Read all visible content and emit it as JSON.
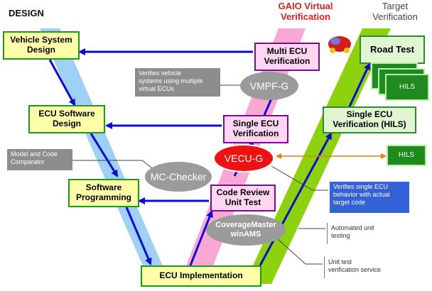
{
  "headings": {
    "design": "DESIGN",
    "gaio": "GAIO Virtual\nVerification",
    "target": "Target\nVerification"
  },
  "design_boxes": {
    "vehicle_system": "Vehicle System\nDesign",
    "ecu_software": "ECU Software\nDesign",
    "software_programming": "Software\nProgramming",
    "ecu_implementation": "ECU Implementation"
  },
  "verification_boxes": {
    "multi_ecu": "Multi ECU\nVerification",
    "single_ecu": "Single ECU\nVerification",
    "code_review": "Code Review\nUnit Test",
    "single_ecu_hils": "Single ECU\nVerification (HILS)",
    "road_test": "Road Test",
    "hils_stack": "HILS",
    "hils_single": "HILS"
  },
  "tools": {
    "vmpf": "VMPF-G",
    "mc_checker": "MC-Checker",
    "vecu": "VECU-G",
    "coveragemaster": "CoverageMaster\nwinAMS"
  },
  "notes": {
    "vmpf_note": "Verifies vehicle\nsystems using multiple\nvirtual ECUs",
    "mc_note": "Model and Code\nComparator",
    "vecu_note": "Verifies single ECU\nbehavior with actual\ntarget code",
    "automated_note": "Automated unit\ntesting",
    "service_note": "Unit test\nverification service"
  },
  "colors": {
    "blue_band": "#9fd0f5",
    "pink_band": "#f9a8d6",
    "green_band": "#8ed10f",
    "arrow": "#0b0bd8",
    "orange_arrow": "#f07c0a",
    "gaio_red": "#e02020"
  }
}
